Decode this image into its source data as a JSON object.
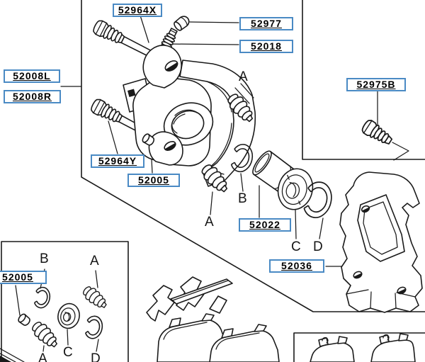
{
  "diagram": {
    "part_labels": {
      "p52964x": "52964X",
      "p52977": "52977",
      "p52018": "52018",
      "p52008l": "52008L",
      "p52008r": "52008R",
      "p52975b": "52975B",
      "p52964y": "52964Y",
      "p52005": "52005",
      "p52022": "52022",
      "p52036": "52036",
      "p52005_kit": "52005"
    },
    "ref_letters": {
      "a": "A",
      "b": "B",
      "c": "C",
      "d": "D"
    },
    "colors": {
      "line": "#1a1a1a",
      "label_border": "#4a8ac4",
      "label_text": "#000000",
      "background": "#ffffff"
    }
  }
}
